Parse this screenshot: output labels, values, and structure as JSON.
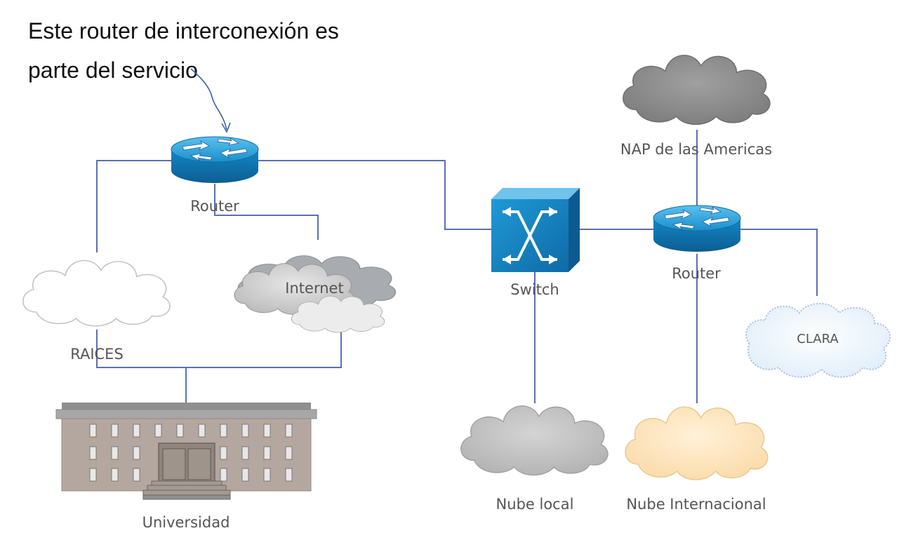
{
  "annotation": {
    "line1": "Este router de interconexión es",
    "line2": "parte del servicio"
  },
  "nodes": {
    "router_left": "Router",
    "router_right": "Router",
    "switch": "Switch",
    "internet": "Internet",
    "raices": "RAICES",
    "universidad": "Universidad",
    "nap": "NAP de las Americas",
    "clara": "CLARA",
    "nube_local": "Nube local",
    "nube_internacional": "Nube Internacional"
  },
  "colors": {
    "link": "#5b6fb3",
    "router": "#1b8fc9",
    "switch": "#1a8bc8",
    "arrow": "#2e5f9e",
    "cloud_dark": "#8c8c8c",
    "cloud_gray": "#c8c8c8",
    "cloud_beige": "#fde3b8",
    "cloud_clara": "#f1f7fd",
    "building": "#b3a79f"
  },
  "icons": [
    "router-icon",
    "switch-icon",
    "cloud-icon",
    "building-icon"
  ]
}
